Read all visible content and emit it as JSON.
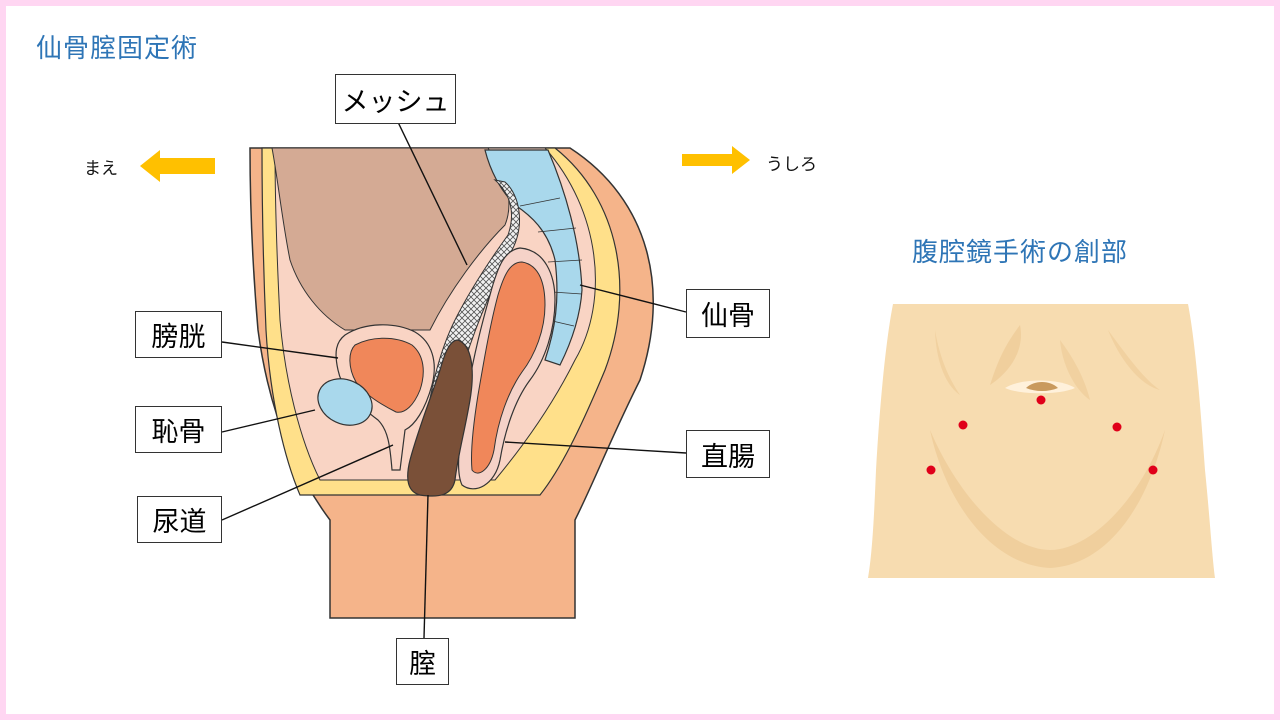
{
  "title": "仙骨腟固定術",
  "subtitle": "腹腔鏡手術の創部",
  "directions": {
    "front": "まえ",
    "back": "うしろ"
  },
  "labels": {
    "mesh": "メッシュ",
    "bladder": "膀胱",
    "pubis": "恥骨",
    "urethra": "尿道",
    "sacrum": "仙骨",
    "rectum": "直腸",
    "vagina": "腟"
  },
  "colors": {
    "arrow": "#ffc000",
    "heading": "#2e75b6",
    "incision": "#e0001a",
    "frame": "#ffd6f2"
  }
}
